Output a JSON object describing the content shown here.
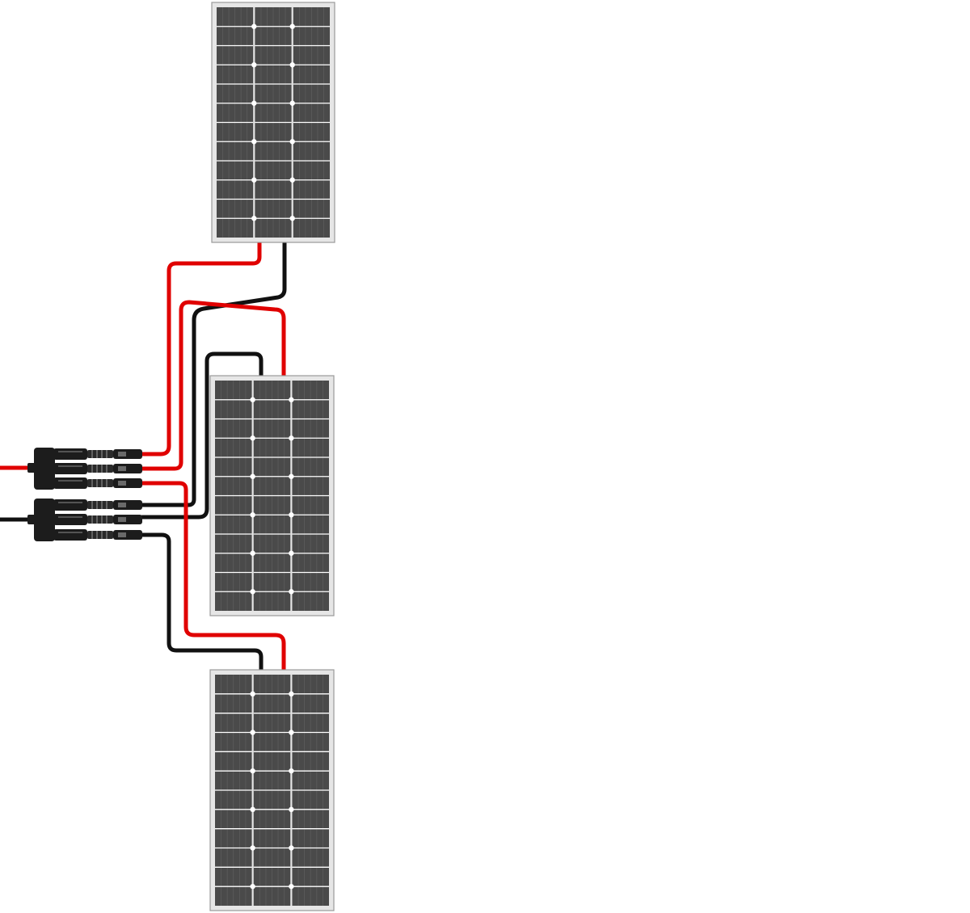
{
  "diagram": {
    "kind": "solar-panel-parallel-wiring",
    "colors": {
      "background": "#ffffff",
      "panel_frame": "#e6e6e6",
      "panel_frame_border": "#9a9a9a",
      "panel_cell": "#4a4a4a",
      "panel_cell_line": "#ffffff",
      "wire_positive": "#e00000",
      "wire_negative": "#111111",
      "connector_body": "#1c1c1c",
      "connector_highlight": "#8a8a8a"
    },
    "panels": [
      {
        "id": "panel-top",
        "cell_columns": 3,
        "cell_rows": 12
      },
      {
        "id": "panel-middle",
        "cell_columns": 3,
        "cell_rows": 12
      },
      {
        "id": "panel-bottom",
        "cell_columns": 3,
        "cell_rows": 12
      }
    ],
    "branch_connectors": [
      {
        "id": "positive-branch",
        "polarity": "positive",
        "inputs": 3
      },
      {
        "id": "negative-branch",
        "polarity": "negative",
        "inputs": 3
      }
    ],
    "wires": [
      {
        "id": "wire-top-positive",
        "polarity": "positive"
      },
      {
        "id": "wire-top-negative",
        "polarity": "negative"
      },
      {
        "id": "wire-middle-positive",
        "polarity": "positive"
      },
      {
        "id": "wire-middle-negative",
        "polarity": "negative"
      },
      {
        "id": "wire-bottom-positive",
        "polarity": "positive"
      },
      {
        "id": "wire-bottom-negative",
        "polarity": "negative"
      },
      {
        "id": "wire-main-positive",
        "polarity": "positive"
      },
      {
        "id": "wire-main-negative",
        "polarity": "negative"
      }
    ]
  }
}
